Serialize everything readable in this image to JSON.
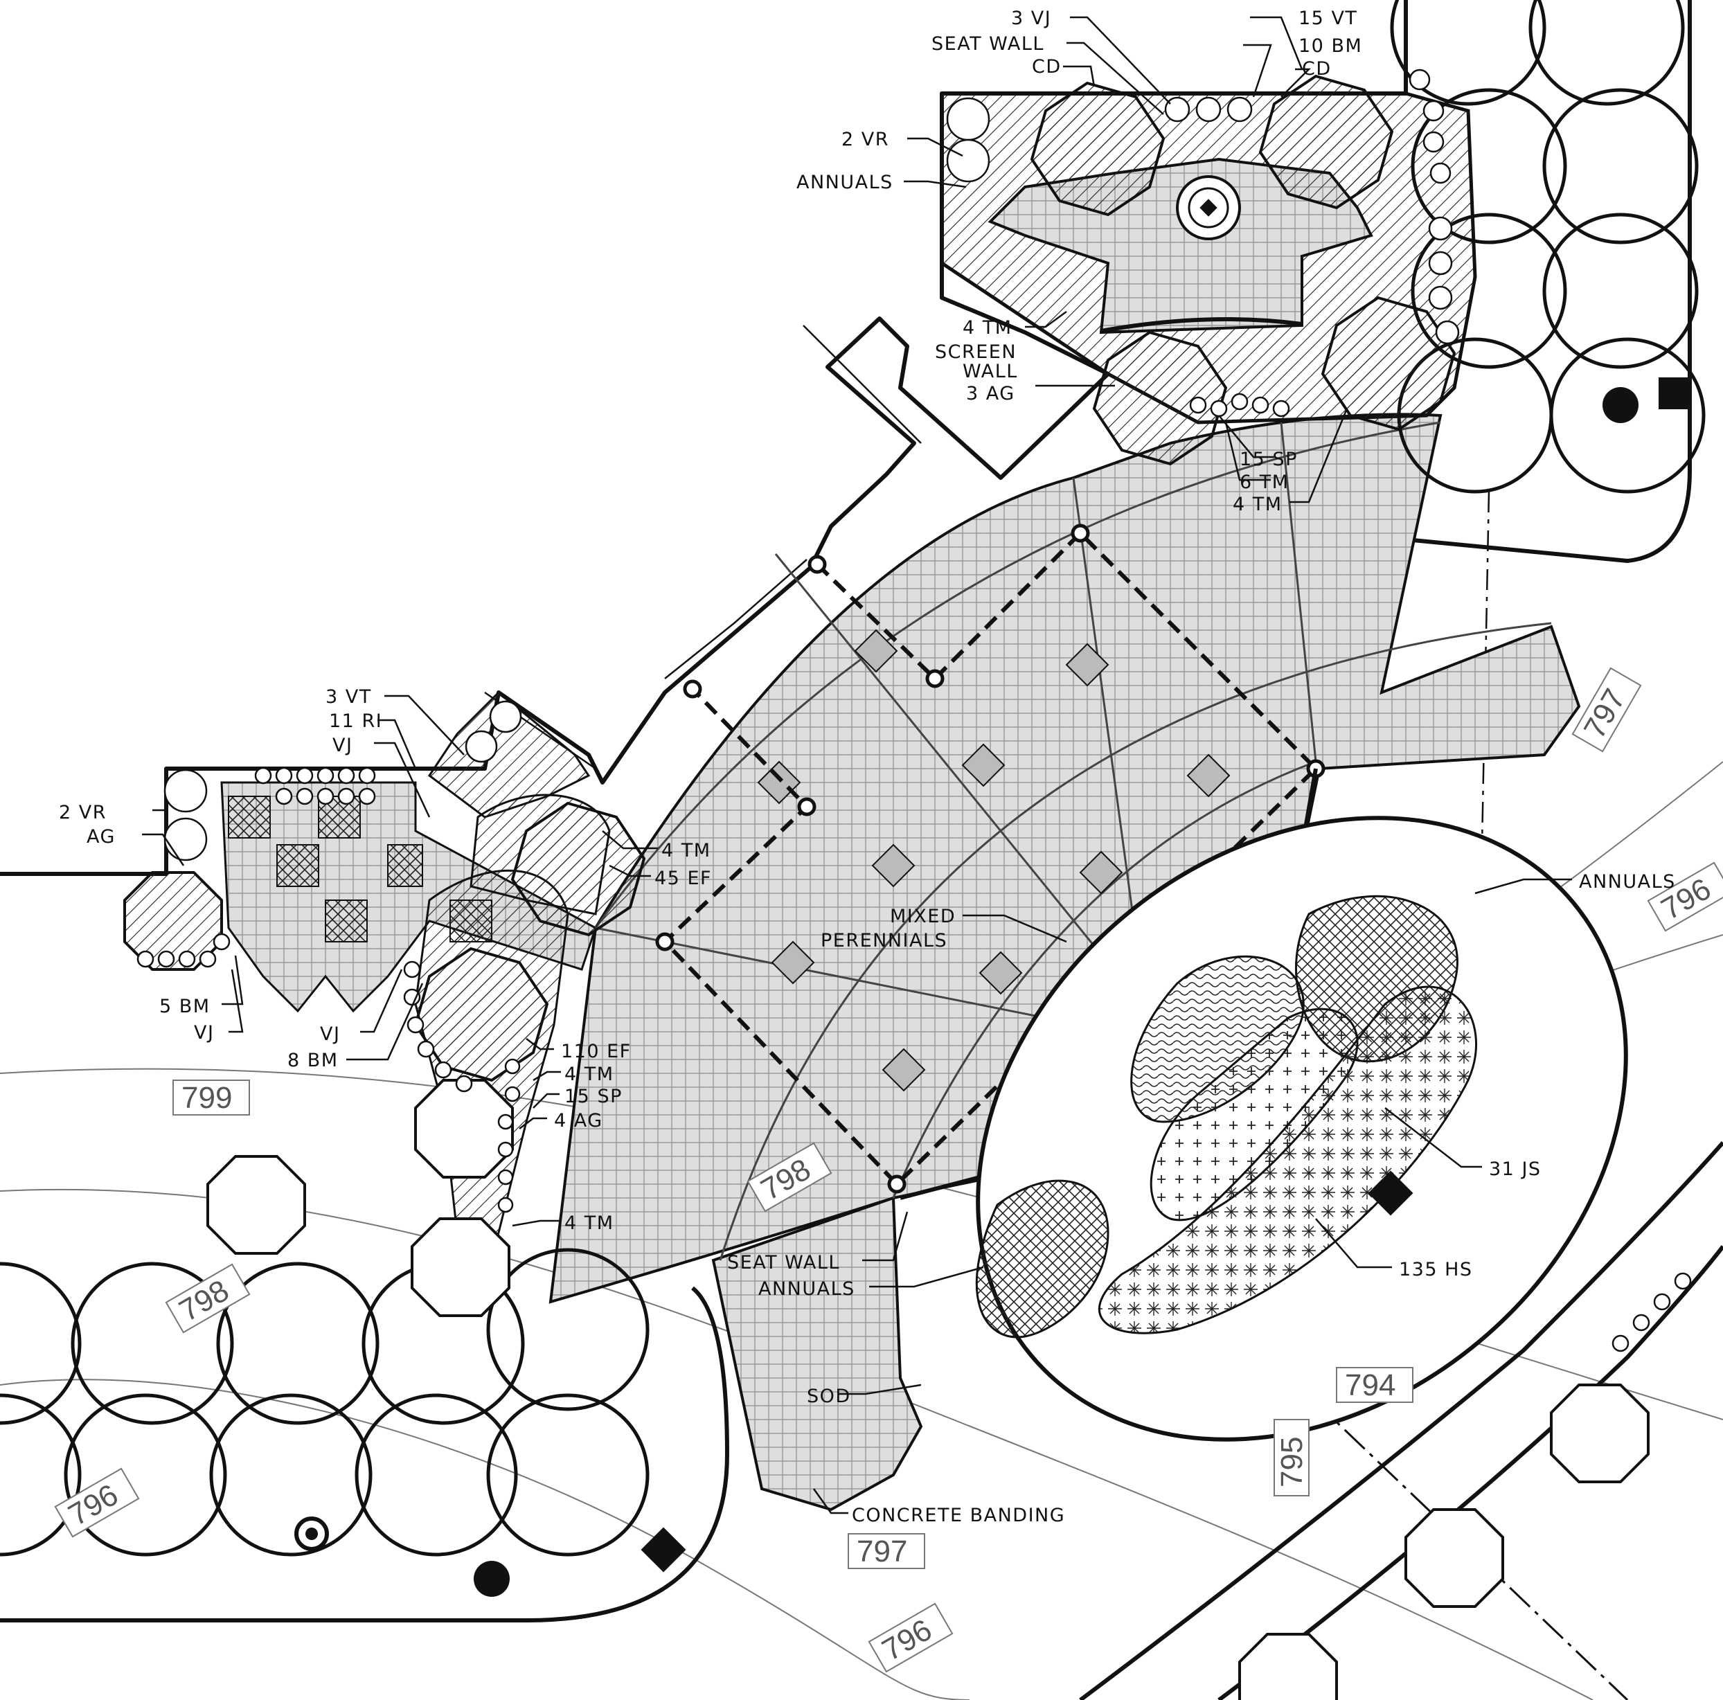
{
  "labels": {
    "vj3": "3 VJ",
    "vt15": "15 VT",
    "seat_wall_top": "SEAT WALL",
    "bm10": "10 BM",
    "cd1": "CD",
    "cd2": "CD",
    "vr2_top": "2 VR",
    "annuals_top": "ANNUALS",
    "tm4_a": "4 TM",
    "screen": "SCREEN",
    "wall": "WALL",
    "ag3": "3 AG",
    "sp15_a": "15 SP",
    "tm6": "6 TM",
    "tm4_b": "4 TM",
    "vt3": "3 VT",
    "ri11": "11 RI",
    "vj_a": "VJ",
    "vr2_left": "2 VR",
    "ag": "AG",
    "tm4_c": "4 TM",
    "ef45": "45 EF",
    "mixed": "MIXED",
    "perennials": "PERENNIALS",
    "annuals_right": "ANNUALS",
    "bm5": "5 BM",
    "vj_b": "VJ",
    "vj_c": "VJ",
    "bm8": "8 BM",
    "ef110": "110 EF",
    "tm4_d": "4 TM",
    "sp15_b": "15 SP",
    "ag4": "4 AG",
    "tm4_e": "4 TM",
    "js31": "31 JS",
    "hs135": "135 HS",
    "seat_wall_bottom": "SEAT WALL",
    "annuals_bottom": "ANNUALS",
    "sod": "SOD",
    "concrete": "CONCRETE BANDING"
  },
  "elevations": {
    "e799": "799",
    "e798_left": "798",
    "e798_center": "798",
    "e797_right": "797",
    "e796_right": "796",
    "e797_bottom": "797",
    "e796_bottom": "796",
    "e794": "794",
    "e795": "795",
    "e796_left": "796"
  }
}
